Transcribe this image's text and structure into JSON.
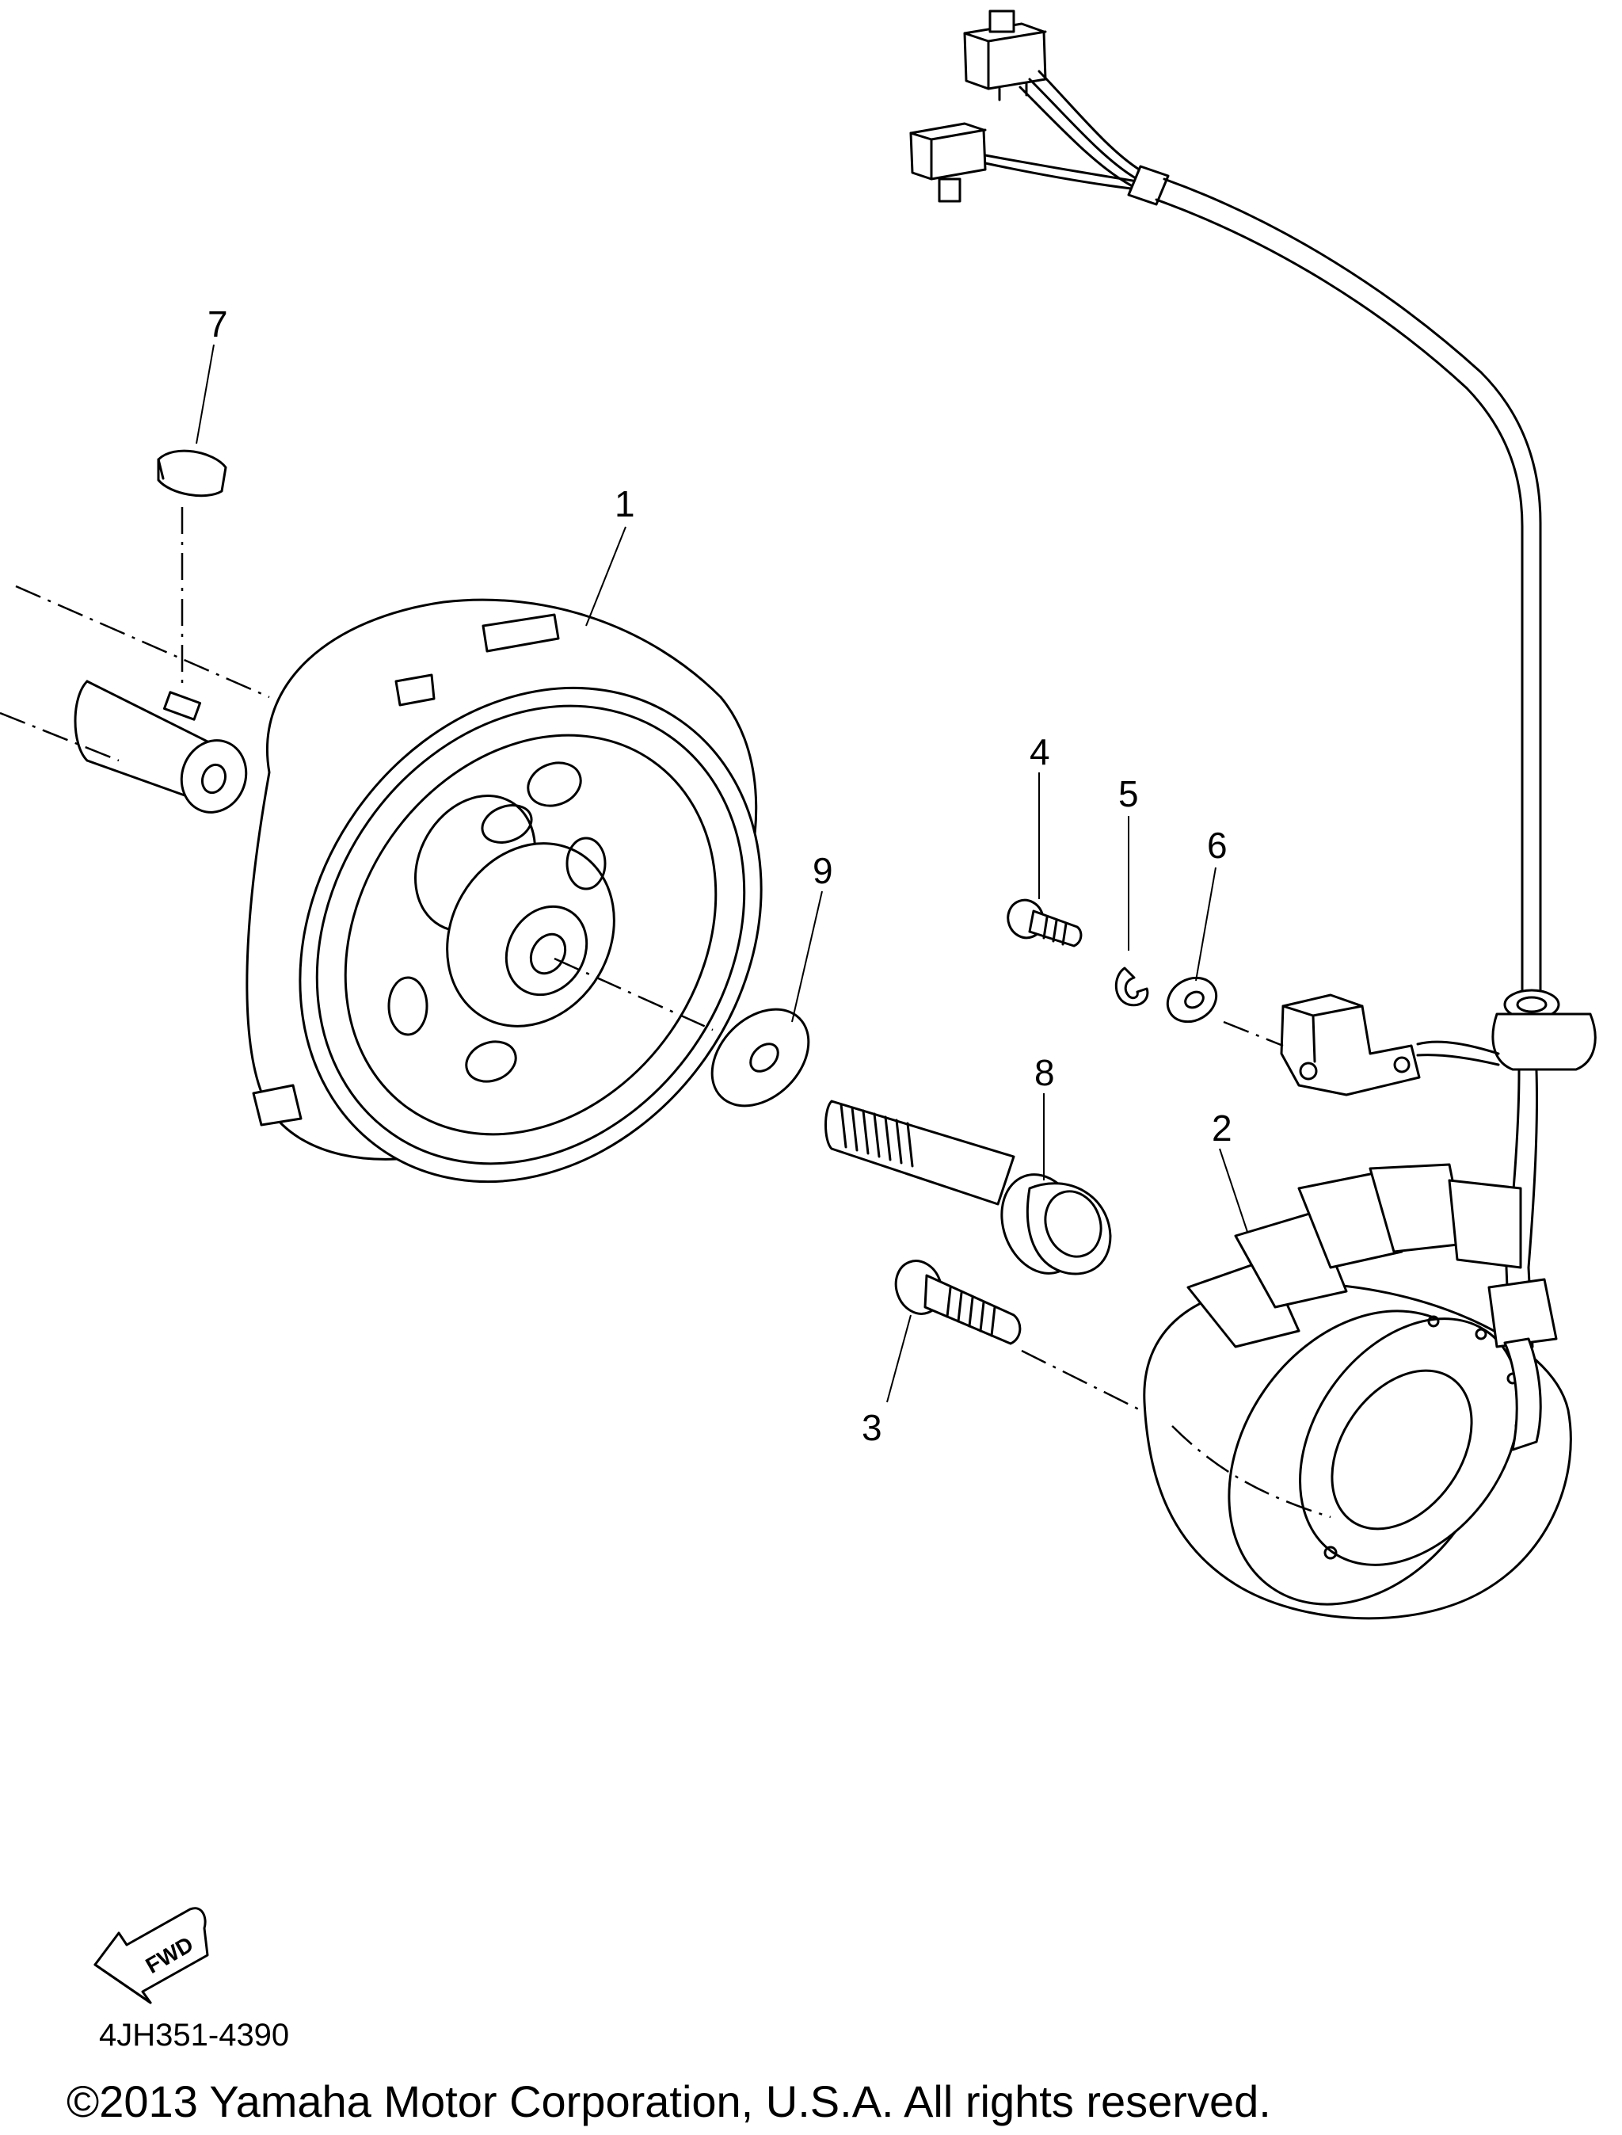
{
  "diagram": {
    "callouts": [
      {
        "id": "1",
        "label": "1"
      },
      {
        "id": "2",
        "label": "2"
      },
      {
        "id": "3",
        "label": "3"
      },
      {
        "id": "4",
        "label": "4"
      },
      {
        "id": "5",
        "label": "5"
      },
      {
        "id": "6",
        "label": "6"
      },
      {
        "id": "7",
        "label": "7"
      },
      {
        "id": "8",
        "label": "8"
      },
      {
        "id": "9",
        "label": "9"
      }
    ],
    "direction_badge": "FWD",
    "diagram_code": "4JH351-4390",
    "copyright": "©2013 Yamaha Motor Corporation, U.S.A. All rights reserved."
  }
}
